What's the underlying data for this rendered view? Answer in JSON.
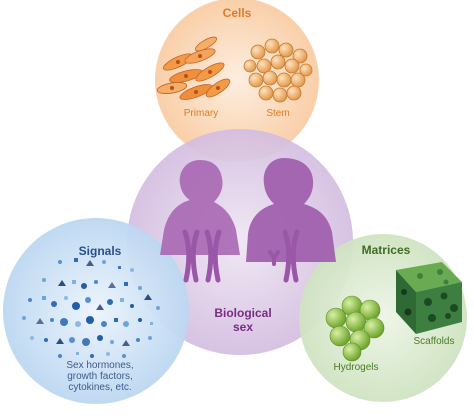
{
  "center": {
    "label_line1": "Biological",
    "label_line2": "sex"
  },
  "cells": {
    "title": "Cells",
    "left_label": "Primary",
    "right_label": "Stem"
  },
  "signals": {
    "title": "Signals",
    "caption_line1": "Sex hormones,",
    "caption_line2": "growth factors,",
    "caption_line3": "cytokines, etc."
  },
  "matrices": {
    "title": "Matrices",
    "left_label": "Hydrogels",
    "right_label": "Scaffolds"
  },
  "colors": {
    "center_circle": "#d9c6e4",
    "cells_circle": "#f9d3b2",
    "signals_circle": "#c3dbf2",
    "matrices_circle": "#d4e6c8",
    "silhouette": "#a260ad",
    "chromosome": "#a066aa",
    "cell_orange": "#f39a47",
    "stem_cell": "#efb06a",
    "hydrogel": "#8cc63f",
    "scaffold": "#3a7a3e"
  }
}
